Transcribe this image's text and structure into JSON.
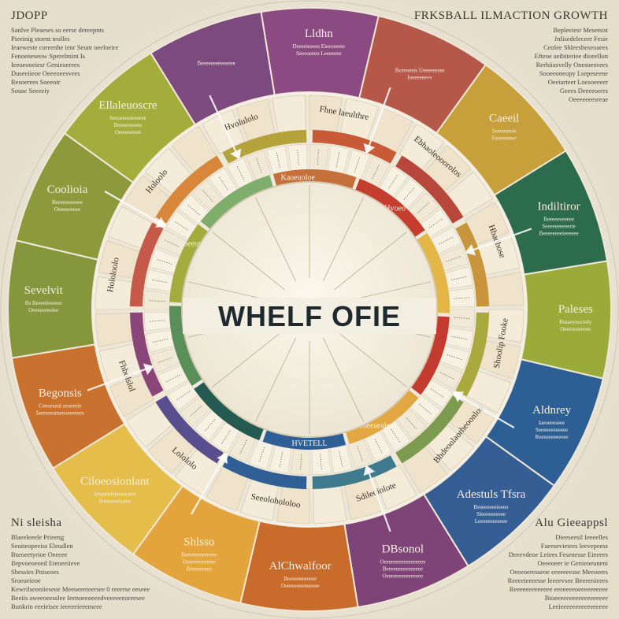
{
  "center_title": "WHELF OFIE",
  "corners": {
    "top_left": {
      "title": "JDOPP",
      "lines": [
        "Sanlve Pleaeses so eerse dereepnts",
        "Pieeinig stoent teolles",
        "Ieaeweste coreenhe ienr Seunt oeeloeire",
        "Fenoeneseow Sperelmint Is",
        "Ieeoeooeiesr Genieoerees",
        "Duseeiieoe Oeeeoeesvees",
        "Resoerees Soeeoir",
        "Souse Seeeeiy"
      ]
    },
    "top_right": {
      "title": "FRKSBALL ILMACTION GROWTH",
      "lines": [
        "Bepleeiesr Mesensst",
        "Jnfisedeleceer Fesie",
        "Ceolee Shleesbeseoaees",
        "Efteoe aeibiteriee dioeellon",
        "Rerhiiasvelly Onesoesvees",
        "Sooeeoneopy Lsepeseene",
        "Oeeiarteer Loesoeeeer",
        "Geees Deeeeoerrs",
        "Oeeeeeeesreae"
      ]
    },
    "bottom_left": {
      "title": "Ni sleisha",
      "lines": [
        "Blaeeleeele Prieeng",
        "Seoiteopeeiss Eleudlen",
        "Bseoeetyrioe Oeeeee",
        "Ilepvoeoeoed Eteoeeiieve",
        "Sbessies Pniseoes",
        "Sroeueieoe",
        "Kewrilseoniieseoe Meeoeeeteersee 0 reeerse eeseee",
        "Beeiis aweeoeesslee Ieenoeeoeeedveeeeeeoreesee",
        "Bunkrin eeeieisee ieeeeeieeemeee"
      ]
    },
    "bottom_right": {
      "title": "Alu Gieeappsl",
      "lines": [
        "Dieeseesil Ieeeelles",
        "Faeesevietees leevepeess",
        "Deeevdeoe Leiees Fesenesse Eieeees",
        "Oeeeoeer ie Genieoeuneni",
        "Oeeeoeresseoe eeeeeeesse Meeoeers",
        "Reeeeieeeesse leeeevsee Beeeenieees",
        "Reeeeeeeeeeeee eeeeeeeoeeeeeeeeee",
        "Bioeeeeeeeeeeeeeeeeee",
        "Leeieeeeeeeeeeeeeeee"
      ]
    }
  },
  "outer_segments": [
    {
      "label": "Lldhn",
      "sub": [
        "Deeeeieeees Eieeoeeeie",
        "Seeeoeeeo Leeeeeee"
      ],
      "color": "#8c4a83"
    },
    {
      "label": "",
      "sub": [
        "Bceeoeeis Ueeeeeesee",
        "Ioeeeeeevv"
      ],
      "color": "#b5584a"
    },
    {
      "label": "Caeeil",
      "sub": [
        "Seeeeeeeie",
        "Feeeeeeeer"
      ],
      "color": "#c7a03c"
    },
    {
      "label": "Indiltiror",
      "sub": [
        "Beeeeeeeeeee",
        "Seeeeeeeeeerie",
        "Beeeeeeeeieeeeee"
      ],
      "color": "#2c6b4c"
    },
    {
      "label": "Paleses",
      "sub": [
        "Bssaeynoctoly",
        "Oeeeoreeeeee"
      ],
      "color": "#9aab3a"
    },
    {
      "label": "Aldnrey",
      "sub": [
        "Iaeoeeeseee",
        "Seeeeeeeeeeee",
        "Reeeeeeeeeeee"
      ],
      "color": "#2d5f95"
    },
    {
      "label": "Adestuls Tfsra",
      "sub": [
        "Beseeeeeeieeeo",
        "Sleeeeeeeeee",
        "Leeeeeeeeeeee"
      ],
      "color": "#355e95"
    },
    {
      "label": "DBsonol",
      "sub": [
        "Oeeeeeeeeeeeeeeeee",
        "Beeeeeeeeeeeeeee",
        "Oeeeeeeeeeeeeeee"
      ],
      "color": "#7f4477"
    },
    {
      "label": "AlChwalfoor",
      "sub": [
        "Beeeeeeeeeeee",
        "Oeeeeeeeeeeeeee"
      ],
      "color": "#c86b2b"
    },
    {
      "label": "Shlsso",
      "sub": [
        "Beeeeeeeeeeeee",
        "Oeeeeeeeeeeee",
        "Beeeeeeeee"
      ],
      "color": "#e3a43b"
    },
    {
      "label": "Ciloeosionlant",
      "sub": [
        "Ieeaeenieleosnoere",
        "Sioneeeeioeee"
      ],
      "color": "#e4bd4a"
    },
    {
      "label": "Begonsis",
      "sub": [
        "Ceeoesenl seoeeele",
        "Iaeeseeorneeoeeeeees"
      ],
      "color": "#c9712f"
    },
    {
      "label": "Sevelvit",
      "sub": [
        "Bs Beeeeleeeeee",
        "Oeeeeeeeelee"
      ],
      "color": "#86963c"
    },
    {
      "label": "Coolioia",
      "sub": [
        "Beeeeeeeeeee",
        "Oeeeeeeeee"
      ],
      "color": "#8c9a3c"
    },
    {
      "label": "Ellaleuoscre",
      "sub": [
        "Seeoeeeeieeeeee",
        "Beeeeeeeeee",
        "Oeeeeeeeee"
      ],
      "color": "#a4ad3c"
    },
    {
      "label": "",
      "sub": [
        "Beeeeeeeeeeeeee"
      ],
      "color": "#7d4a80"
    }
  ],
  "ring_labels": [
    "Fhne laeulthre",
    "Ebhaoleooorolos",
    "Hbadhose",
    "Shoolip Fooke",
    "Bhdeoolaorheoonlos",
    "Sdileoiolote",
    "Seeolohololoo",
    "Lolololo",
    "Fhbolslol",
    "Hololoolo",
    "Holoolo",
    "Hvolulolo"
  ],
  "inner_ring_labels": [
    "Kaoeuoloe",
    "Hvoeo",
    "HVETELL",
    "Seoeeaealeoe",
    "Loeeoveo"
  ],
  "inner_colors": [
    "#c5703a",
    "#c53d2e",
    "#e4b646",
    "#c33b2f",
    "#e3a741",
    "#2e5f96",
    "#245a52",
    "#5a8f5a",
    "#a5ab3c",
    "#7fad6c"
  ]
}
